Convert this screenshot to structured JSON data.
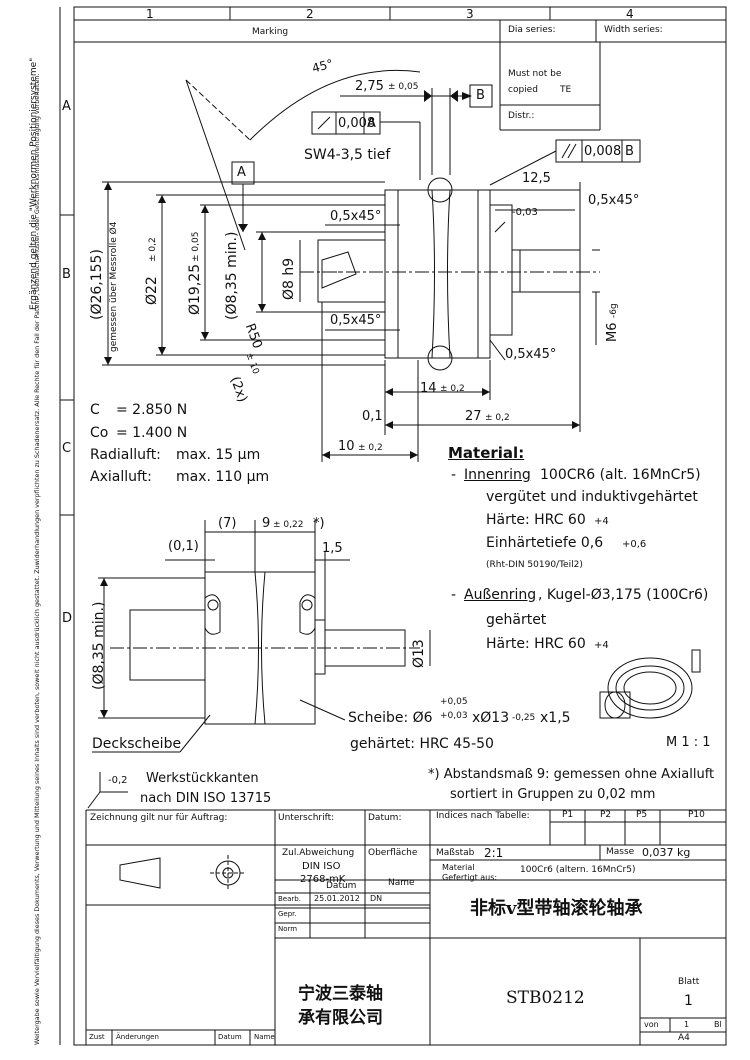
{
  "border": {
    "cols": [
      "1",
      "2",
      "3",
      "4"
    ],
    "rows": [
      "A",
      "B",
      "C",
      "D"
    ],
    "side_note": "Ergänzend gelten die \"Werknormen Positioniersysteme\"",
    "copyright_note": "Weitergabe sowie Vervielfältigung dieses Dokuments, Verwertung und Mitteilung seines Inhalts sind verboten, soweit nicht ausdrücklich gestattet. Zuwiderhandlungen verpflichten zu Schadenersatz. Alle Rechte für den Fall der Patent-, Gebrauchsmuster- oder Geschmacksmustereintragung vorbehalten."
  },
  "top_header": {
    "marking": "Marking",
    "dia_series": "Dia series:",
    "width_series": "Width series:",
    "must_not_be_copied": "Must not be",
    "copied": "copied",
    "te": "TE",
    "distr": "Distr.:"
  },
  "main_view": {
    "angle": "45°",
    "dim_275": "2,75",
    "tol_275": "± 0,05",
    "datum_b": "B",
    "datum_a": "A",
    "runout_value": "0,008",
    "runout_ref": "A",
    "parallel_value": "0,008",
    "parallel_ref": "B",
    "sw": "SW4-3,5 tief",
    "dim_125": "12,5",
    "chamfer": "0,5x45°",
    "tol_003": "-0,03",
    "dia_26": "(Ø26,155)",
    "dia_26_note": "gemessen über Messrolle Ø4",
    "dia_22": "Ø22",
    "tol_22": "± 0,2",
    "dia_1925": "Ø19,25",
    "tol_1925": "± 0,05",
    "dia_835": "(Ø8,35 min.)",
    "dia_8": "Ø8 h9",
    "radius": "R50",
    "radius_tol": "± 10",
    "radius_count": "(2x)",
    "m6": "M6",
    "m6_tol": "-6g",
    "dim_14": "14",
    "dim_01": "0,1",
    "dim_27": "27",
    "dim_10": "10",
    "tol_02": "± 0,2"
  },
  "loads": {
    "c_label": "C",
    "c_value": "=  2.850 N",
    "co_label": "Co",
    "co_value": "= 1.400 N",
    "radial_label": "Radialluft:",
    "radial_value": "max.  15 µm",
    "axial_label": "Axialluft:",
    "axial_value": "max.  110 µm"
  },
  "material": {
    "title": "Material:",
    "inner_label": "Innenring",
    "inner_spec": "100CR6 (alt. 16MnCr5)",
    "inner_l1": "vergütet und induktivgehärtet",
    "inner_l2": "Härte: HRC 60",
    "inner_l2_tol": "+4",
    "inner_l3": "Einhärtetiefe 0,6",
    "inner_l3_tol": "+0,6",
    "inner_l4": "(Rht-DIN 50190/Teil2)",
    "outer_label": "Außenring",
    "outer_spec": ", Kugel-Ø3,175 (100Cr6)",
    "outer_l1": "gehärtet",
    "outer_l2": "Härte: HRC 60",
    "outer_l2_tol": "+4"
  },
  "section_view": {
    "dim_7": "(7)",
    "dim_9": "9",
    "tol_9": "± 0,22",
    "star": "*)",
    "dim_01": "(0,1)",
    "dim_15": "1,5",
    "dia_835": "(Ø8,35 min.)",
    "dia_13": "Ø13",
    "deckscheibe": "Deckscheibe",
    "scheibe": "Scheibe: Ø6",
    "scheibe_tol_up": "+0,05",
    "scheibe_tol_lo": "+0,03",
    "scheibe_rest": "xØ13",
    "scheibe_tol2": "-0,25",
    "scheibe_thk": "x1,5",
    "gehartet": "gehärtet: HRC 45-50",
    "scale_note": "M 1 : 1"
  },
  "notes": {
    "edge_value": "-0,2",
    "edge_l1": "Werkstückkanten",
    "edge_l2": "nach DIN ISO 13715",
    "star_l1": "*)  Abstandsmaß 9: gemessen ohne Axialluft",
    "star_l2": "sortiert in Gruppen zu 0,02 mm"
  },
  "title_block": {
    "zeichnung": "Zeichnung gilt nur für Auftrag:",
    "unterschrift": "Unterschrift:",
    "datum": "Datum:",
    "indices": "Indices nach Tabelle:",
    "p1": "P1",
    "p2": "P2",
    "p5": "P5",
    "p10": "P10",
    "zul": "Zul.Abweichung",
    "din": "DIN ISO",
    "din2": "2768-mK",
    "oberflache": "Oberfläche",
    "massstab": "Maßstab",
    "massstab_value": "2:1",
    "masse": "Masse",
    "masse_value": "0,037 kg",
    "material_label": "Material",
    "gefertigt": "Gefertigt aus:",
    "material_value": "100Cr6 (altern. 16MnCr5)",
    "datum_h": "Datum",
    "name_h": "Name",
    "bearb": "Bearb.",
    "gepr": "Gepr.",
    "norm": "Norm",
    "bearb_date": "25.01.2012",
    "bearb_name": "DN",
    "title_cn": "非标v型带轴滚轮轴承",
    "company_l1": "宁波三泰轴",
    "company_l2": "承有限公司",
    "drawing_no": "STB0212",
    "blatt": "Blatt",
    "blatt_value": "1",
    "von": "von",
    "von_value": "1",
    "bl": "Bl",
    "size": "A4",
    "zust": "Zust",
    "anderungen": "Änderungen",
    "datum_f": "Datum",
    "name_f": "Name"
  }
}
